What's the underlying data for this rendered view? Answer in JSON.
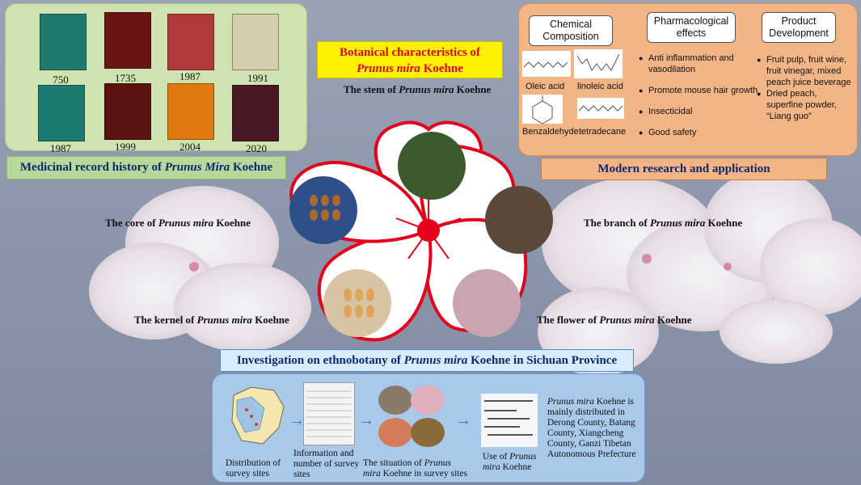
{
  "history": {
    "books": [
      {
        "year": "750"
      },
      {
        "year": "1735"
      },
      {
        "year": "1987"
      },
      {
        "year": "1991"
      },
      {
        "year": "1987"
      },
      {
        "year": "1999"
      },
      {
        "year": "2004"
      },
      {
        "year": "2020"
      }
    ],
    "caption_pre": "Medicinal record history of ",
    "caption_em": "Prunus Mira",
    "caption_post": " Koehne"
  },
  "title": {
    "line1": "Botanical characteristics of",
    "line2_em": "Prunus mira",
    "line2_post": " Koehne"
  },
  "parts": {
    "stem": {
      "pre": "The stem of ",
      "em": "Prunus mira",
      "post": "  Koehne"
    },
    "core": {
      "pre": "The core of ",
      "em": "Prunus mira",
      "post": " Koehne"
    },
    "branch": {
      "pre": "The branch of ",
      "em": "Prunus mira",
      "post": " Koehne"
    },
    "kernel": {
      "pre": "The kernel of ",
      "em": "Prunus mira",
      "post": " Koehne"
    },
    "flower": {
      "pre": "The flower of ",
      "em": "Prunus mira",
      "post": " Koehne"
    }
  },
  "research": {
    "headers": [
      "Chemical Composition",
      "Pharmacological effects",
      "Product Development"
    ],
    "chemicals": [
      "Oleic acid",
      "linoleic acid",
      "Benzaldehyde",
      "tetradecane"
    ],
    "effects": [
      "Anti inflammation and vasodilation",
      "Promote mouse hair growth",
      "Insecticidal",
      "Good safety"
    ],
    "products": [
      "Fruit pulp, fruit wine, fruit vinegar, mixed peach juice beverage",
      "Dried peach, superfine powder, “Liang guo”"
    ],
    "caption": "Modern research and application"
  },
  "investigation": {
    "title_pre": "Investigation on ethnobotany of ",
    "title_em": "Prunus mira",
    "title_post": " Koehne in Sichuan Province",
    "steps": [
      "Distribution of survey sites",
      "Information and number of survey sites",
      "The situation of Prunus mira Koehne in survey sites",
      "Use of Prunus mira Koehne"
    ],
    "summary_em": "Prunus mira",
    "summary_post": " Koehne is mainly distributed in Derong County, Batang County, Xiangcheng County, Ganzi Tibetan Autonomous Prefecture"
  },
  "colors": {
    "accent_red": "#e4001c",
    "title_bg": "#fff200",
    "history_bg": "#cfe3b0",
    "research_bg": "#f3b486",
    "invest_bg": "#a9c9ea"
  }
}
